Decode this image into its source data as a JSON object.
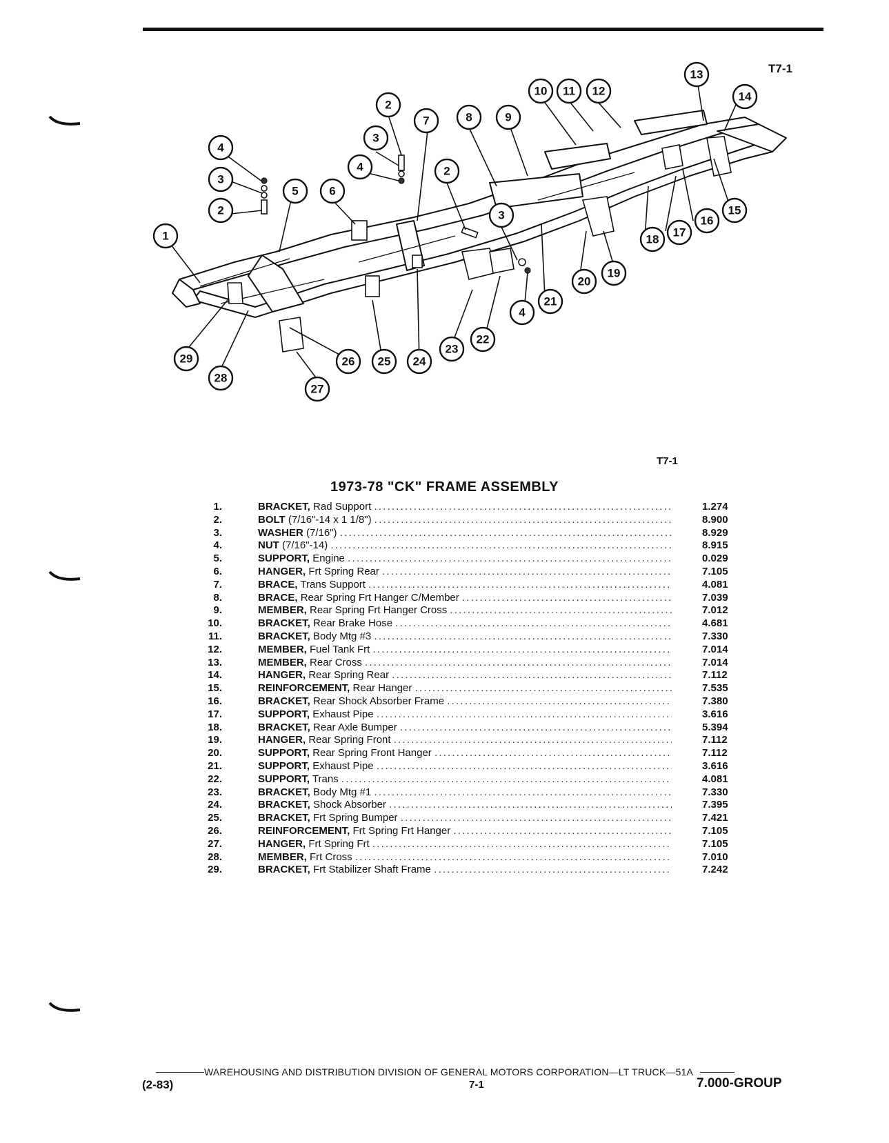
{
  "figure_tag": "T7-1",
  "title": "1973-78 \"CK\" FRAME ASSEMBLY",
  "callouts": [
    "1",
    "2",
    "3",
    "4",
    "5",
    "6",
    "7",
    "8",
    "9",
    "10",
    "11",
    "12",
    "13",
    "14",
    "15",
    "16",
    "17",
    "18",
    "19",
    "20",
    "21",
    "22",
    "23",
    "24",
    "25",
    "26",
    "27",
    "28",
    "29"
  ],
  "parts": [
    {
      "num": "1.",
      "name": "BRACKET,",
      "desc": "Rad Support",
      "code": "1.274"
    },
    {
      "num": "2.",
      "name": "BOLT",
      "desc": "(7/16\"-14 x 1 1/8\")",
      "code": "8.900"
    },
    {
      "num": "3.",
      "name": "WASHER",
      "desc": "(7/16\")",
      "code": "8.929"
    },
    {
      "num": "4.",
      "name": "NUT",
      "desc": "(7/16\"-14)",
      "code": "8.915"
    },
    {
      "num": "5.",
      "name": "SUPPORT,",
      "desc": "Engine",
      "code": "0.029"
    },
    {
      "num": "6.",
      "name": "HANGER,",
      "desc": "Frt Spring Rear",
      "code": "7.105"
    },
    {
      "num": "7.",
      "name": "BRACE,",
      "desc": "Trans Support",
      "code": "4.081"
    },
    {
      "num": "8.",
      "name": "BRACE,",
      "desc": "Rear Spring Frt Hanger C/Member",
      "code": "7.039"
    },
    {
      "num": "9.",
      "name": "MEMBER,",
      "desc": "Rear Spring Frt Hanger Cross",
      "code": "7.012"
    },
    {
      "num": "10.",
      "name": "BRACKET,",
      "desc": "Rear Brake Hose",
      "code": "4.681"
    },
    {
      "num": "11.",
      "name": "BRACKET,",
      "desc": "Body Mtg #3",
      "code": "7.330"
    },
    {
      "num": "12.",
      "name": "MEMBER,",
      "desc": "Fuel Tank Frt",
      "code": "7.014"
    },
    {
      "num": "13.",
      "name": "MEMBER,",
      "desc": "Rear Cross",
      "code": "7.014"
    },
    {
      "num": "14.",
      "name": "HANGER,",
      "desc": "Rear Spring Rear",
      "code": "7.112"
    },
    {
      "num": "15.",
      "name": "REINFORCEMENT,",
      "desc": "Rear Hanger",
      "code": "7.535"
    },
    {
      "num": "16.",
      "name": "BRACKET,",
      "desc": "Rear Shock Absorber Frame",
      "code": "7.380"
    },
    {
      "num": "17.",
      "name": "SUPPORT,",
      "desc": "Exhaust Pipe",
      "code": "3.616"
    },
    {
      "num": "18.",
      "name": "BRACKET,",
      "desc": "Rear Axle Bumper",
      "code": "5.394"
    },
    {
      "num": "19.",
      "name": "HANGER,",
      "desc": "Rear Spring Front",
      "code": "7.112"
    },
    {
      "num": "20.",
      "name": "SUPPORT,",
      "desc": "Rear Spring Front Hanger",
      "code": "7.112"
    },
    {
      "num": "21.",
      "name": "SUPPORT,",
      "desc": "Exhaust Pipe",
      "code": "3.616"
    },
    {
      "num": "22.",
      "name": "SUPPORT,",
      "desc": "Trans",
      "code": "4.081"
    },
    {
      "num": "23.",
      "name": "BRACKET,",
      "desc": "Body Mtg #1",
      "code": "7.330"
    },
    {
      "num": "24.",
      "name": "BRACKET,",
      "desc": "Shock Absorber",
      "code": "7.395"
    },
    {
      "num": "25.",
      "name": "BRACKET,",
      "desc": "Frt Spring Bumper",
      "code": "7.421"
    },
    {
      "num": "26.",
      "name": "REINFORCEMENT,",
      "desc": "Frt Spring Frt Hanger",
      "code": "7.105"
    },
    {
      "num": "27.",
      "name": "HANGER,",
      "desc": "Frt Spring Frt",
      "code": "7.105"
    },
    {
      "num": "28.",
      "name": "MEMBER,",
      "desc": "Frt Cross",
      "code": "7.010"
    },
    {
      "num": "29.",
      "name": "BRACKET,",
      "desc": "Frt Stabilizer Shaft Frame",
      "code": "7.242"
    }
  ],
  "footer": {
    "division": "WAREHOUSING AND DISTRIBUTION DIVISION OF GENERAL MOTORS CORPORATION—LT TRUCK—51A",
    "date": "(2-83)",
    "page": "7-1",
    "group": "7.000-GROUP"
  }
}
